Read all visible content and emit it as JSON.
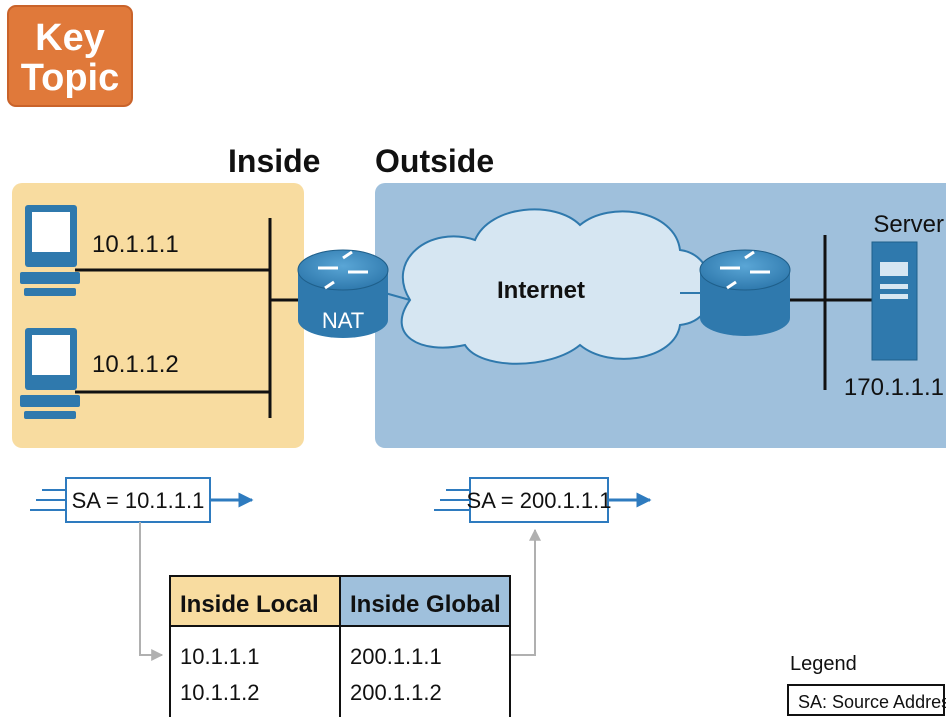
{
  "badge": {
    "line1": "Key",
    "line2": "Topic"
  },
  "zones": {
    "inside": "Inside",
    "outside": "Outside"
  },
  "hosts": [
    {
      "ip": "10.1.1.1"
    },
    {
      "ip": "10.1.1.2"
    }
  ],
  "router_nat_label": "NAT",
  "cloud_label": "Internet",
  "server": {
    "label": "Server",
    "ip": "170.1.1.1"
  },
  "packets": {
    "before": "SA = 10.1.1.1",
    "after": "SA = 200.1.1.1"
  },
  "nat_table": {
    "headers": [
      "Inside Local",
      "Inside Global"
    ],
    "rows": [
      [
        "10.1.1.1",
        "200.1.1.1"
      ],
      [
        "10.1.1.2",
        "200.1.1.2"
      ]
    ]
  },
  "legend": {
    "title": "Legend",
    "entry": "SA: Source Address"
  },
  "colors": {
    "badge": "#e0793a",
    "inside_zone": "#f8dca0",
    "outside_zone": "#9fc0dc",
    "router": "#3f8cc0",
    "cloud": "#d6e6f2",
    "packet_stroke": "#2e7bbf",
    "arrow_gray": "#b0b0b0",
    "header_local": "#f8dca0",
    "header_global": "#9fc0dc"
  }
}
